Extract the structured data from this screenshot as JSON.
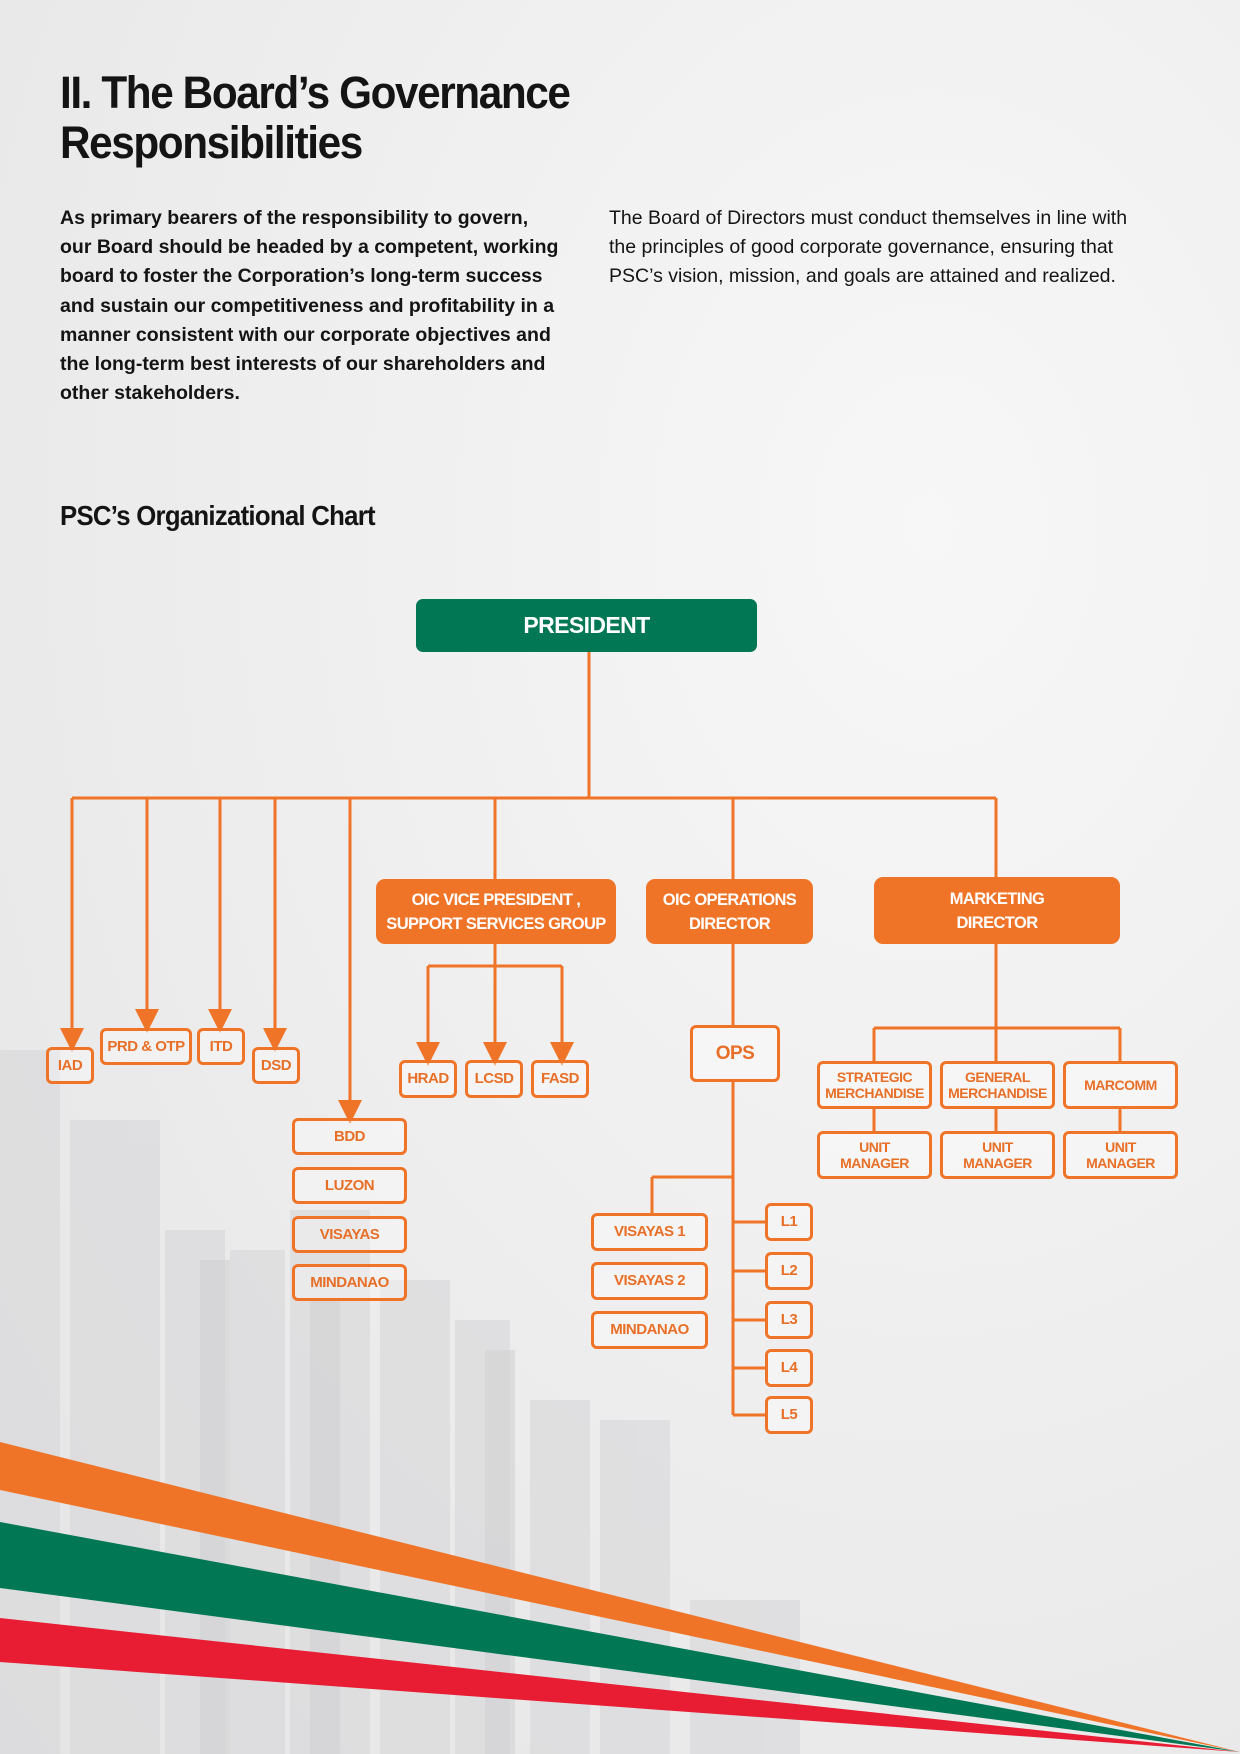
{
  "header": {
    "title_line1": "II. The Board’s Governance",
    "title_line2": "Responsibilities"
  },
  "intro": {
    "left_paragraph": "As primary bearers of the responsibility to govern, our Board should be headed by a competent, working board to foster the Corporation’s long-term success and sustain our competitiveness and profitability in a manner consistent with our corporate objectives and the long-term best interests of our shareholders and other stakeholders.",
    "right_paragraph": "The Board of Directors must conduct themselves in line with the principles of good corporate governance, ensuring that PSC’s vision, mission, and goals are attained and realized."
  },
  "org_chart": {
    "title": "PSC’s Organizational Chart",
    "president": "PRESIDENT",
    "direct_units": [
      "IAD",
      "PRD & OTP",
      "ITD",
      "DSD"
    ],
    "bdd_group": [
      "BDD",
      "LUZON",
      "VISAYAS",
      "MINDANAO"
    ],
    "vp_support": {
      "label_line1": "OIC VICE PRESIDENT ,",
      "label_line2": "SUPPORT SERVICES GROUP",
      "units": [
        "HRAD",
        "LCSD",
        "FASD"
      ]
    },
    "operations": {
      "label_line1": "OIC OPERATIONS",
      "label_line2": "DIRECTOR",
      "ops": "OPS",
      "regions": [
        "VISAYAS 1",
        "VISAYAS 2",
        "MINDANAO"
      ],
      "levels": [
        "L1",
        "L2",
        "L3",
        "L4",
        "L5"
      ]
    },
    "marketing": {
      "label_line1": "MARKETING",
      "label_line2": "DIRECTOR",
      "departments": [
        {
          "line1": "STRATEGIC",
          "line2": "MERCHANDISE",
          "sub_line1": "UNIT",
          "sub_line2": "MANAGER"
        },
        {
          "line1": "GENERAL",
          "line2": "MERCHANDISE",
          "sub_line1": "UNIT",
          "sub_line2": "MANAGER"
        },
        {
          "line1": "MARCOMM",
          "line2": "",
          "sub_line1": "UNIT",
          "sub_line2": "MANAGER"
        }
      ]
    }
  },
  "colors": {
    "green": "#017753",
    "orange": "#f07427",
    "red": "#e81d33"
  }
}
